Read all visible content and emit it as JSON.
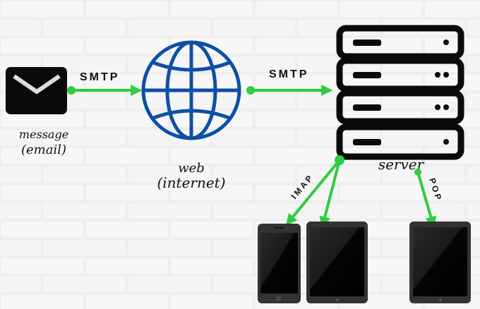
{
  "nodes": {
    "message": {
      "line1": "message",
      "line2": "(email)"
    },
    "web": {
      "line1": "web",
      "line2": "(internet)"
    },
    "server": {
      "label": "server"
    }
  },
  "protocols": {
    "smtp_1": "SMTP",
    "smtp_2": "SMTP",
    "imap": "IMAP",
    "pop": "POP"
  },
  "colors": {
    "arrow": "#2ecc40",
    "globe": "#0d4fa8",
    "device": "#111111",
    "background": "#ececec"
  }
}
